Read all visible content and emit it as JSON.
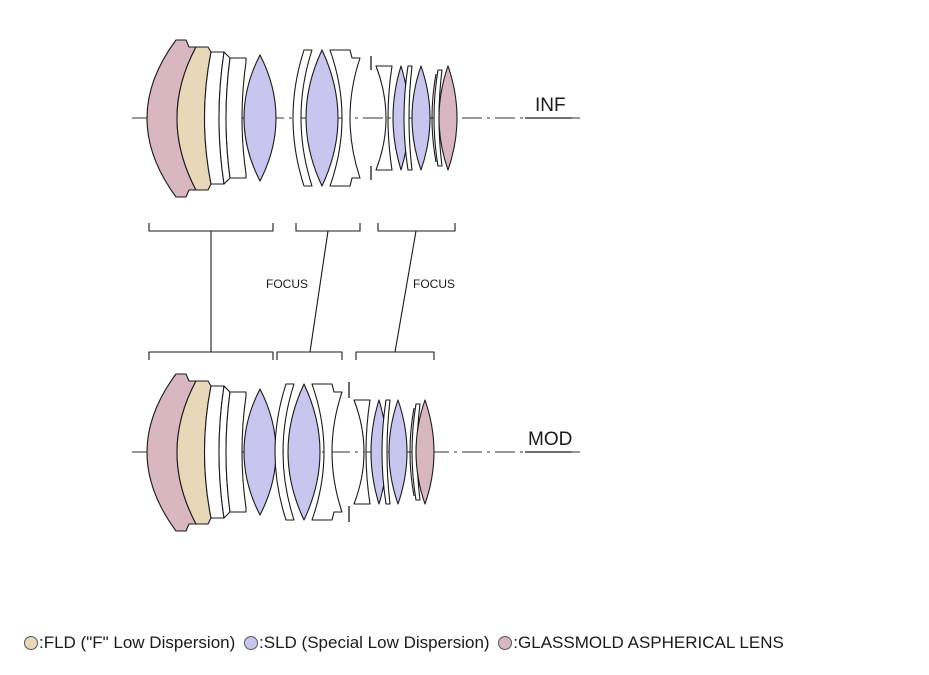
{
  "diagram": {
    "inf_label": "INF",
    "mod_label": "MOD",
    "focus_label_1": "FOCUS",
    "focus_label_2": "FOCUS"
  },
  "colors": {
    "fld": "#e8d7b9",
    "sld": "#c8c6ef",
    "asph": "#d8b7c0",
    "line": "#1a1a1a",
    "axis": "#333333"
  },
  "legend": {
    "fld": ":FLD (\"F\" Low Dispersion)",
    "sld": ":SLD (Special Low Dispersion)",
    "asph": ":GLASSMOLD ASPHERICAL LENS"
  }
}
